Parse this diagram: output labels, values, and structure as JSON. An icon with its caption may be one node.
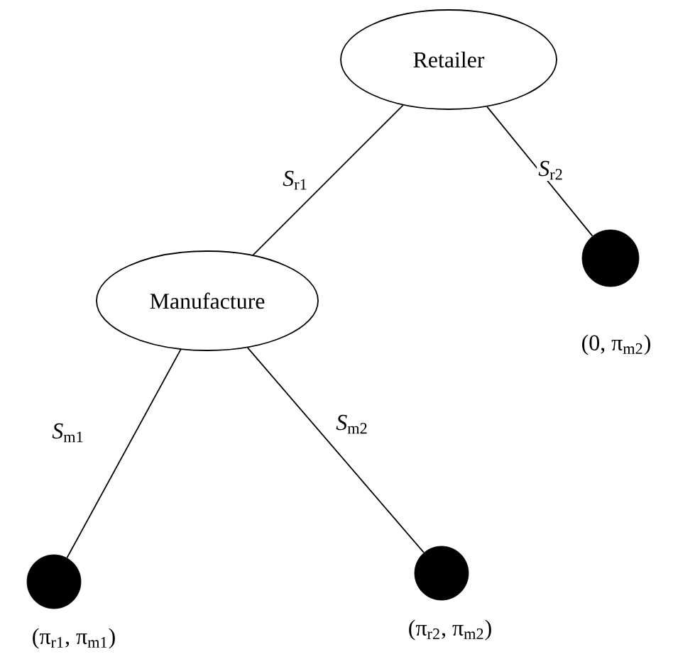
{
  "diagram": {
    "nodes": [
      {
        "text": [
          "Retailer"
        ]
      },
      {
        "text": [
          "Manufacture"
        ]
      },
      {
        "text": [],
        "shape": "circle",
        "beside": [
          "(0,  π$_{m2}$)"
        ]
      },
      {
        "text": [],
        "shape": "circle",
        "beside": [
          "(π$_{r1}$,  π$_{m1}$)"
        ]
      },
      {
        "text": [],
        "shape": "circle",
        "beside": [
          "(π$_{r2}$,  π$_{m2}$)"
        ]
      }
    ],
    "edges": [
      {
        "from": 0,
        "to": 1,
        "arrow": "none",
        "label": "*S*$_{r1}$"
      },
      {
        "from": 0,
        "to": 2,
        "arrow": "none",
        "label": "*S*$_{r2}$"
      },
      {
        "from": 1,
        "to": 3,
        "arrow": "none",
        "label": "*S*$_{m1}$"
      },
      {
        "from": 1,
        "to": 4,
        "arrow": "none",
        "label": "*S*$_{m2}$"
      }
    ]
  }
}
